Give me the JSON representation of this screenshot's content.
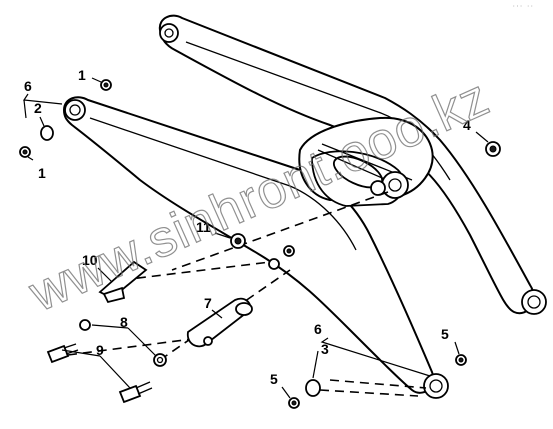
{
  "watermark": "www.sinhront.ooo.kz",
  "corner_mark": "··· ··",
  "callouts": {
    "c1_top": "1",
    "c1_left": "1",
    "c2": "2",
    "c3": "3",
    "c4": "4",
    "c5_right": "5",
    "c5_bottom": "5",
    "c6_left": "6",
    "c6_right": "6",
    "c7": "7",
    "c8": "8",
    "c9": "9",
    "c10": "10",
    "c11": "11"
  }
}
